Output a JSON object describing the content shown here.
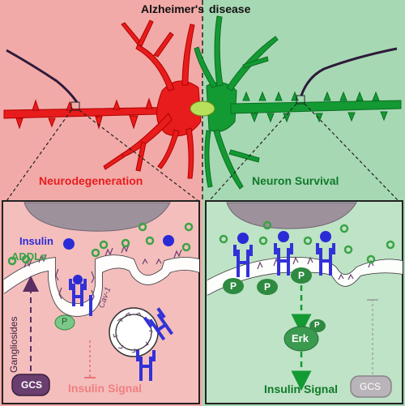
{
  "title_left": "Alzheimer's",
  "title_right": "disease",
  "left_heading": "Neurodegeneration",
  "right_heading": "Neuron Survival",
  "left_panel": {
    "insulin": "Insulin",
    "addls": "ADDLs",
    "gangliosides": "Gangliosides",
    "cav1": "Cav-1",
    "p": "P",
    "gcs": "GCS",
    "signal": "Insulin Signal"
  },
  "right_panel": {
    "p1": "P",
    "p2": "P",
    "p3": "P",
    "p_erk": "P",
    "erk": "Erk",
    "signal": "Insulin Signal",
    "gcs": "GCS"
  },
  "colors": {
    "left_bg": "#f2aaa8",
    "right_bg": "#a7d8b4",
    "left_neuron": "#e81c1c",
    "right_neuron": "#139a33",
    "insulin": "#2b2bd6",
    "receptor": "#3232d8",
    "addl": "#3aa346",
    "gcs_dark": "#6a3e6e",
    "gcs_light": "#b9b4b9",
    "p_green": "#2ea649",
    "nucleus": "#b9e05a"
  }
}
